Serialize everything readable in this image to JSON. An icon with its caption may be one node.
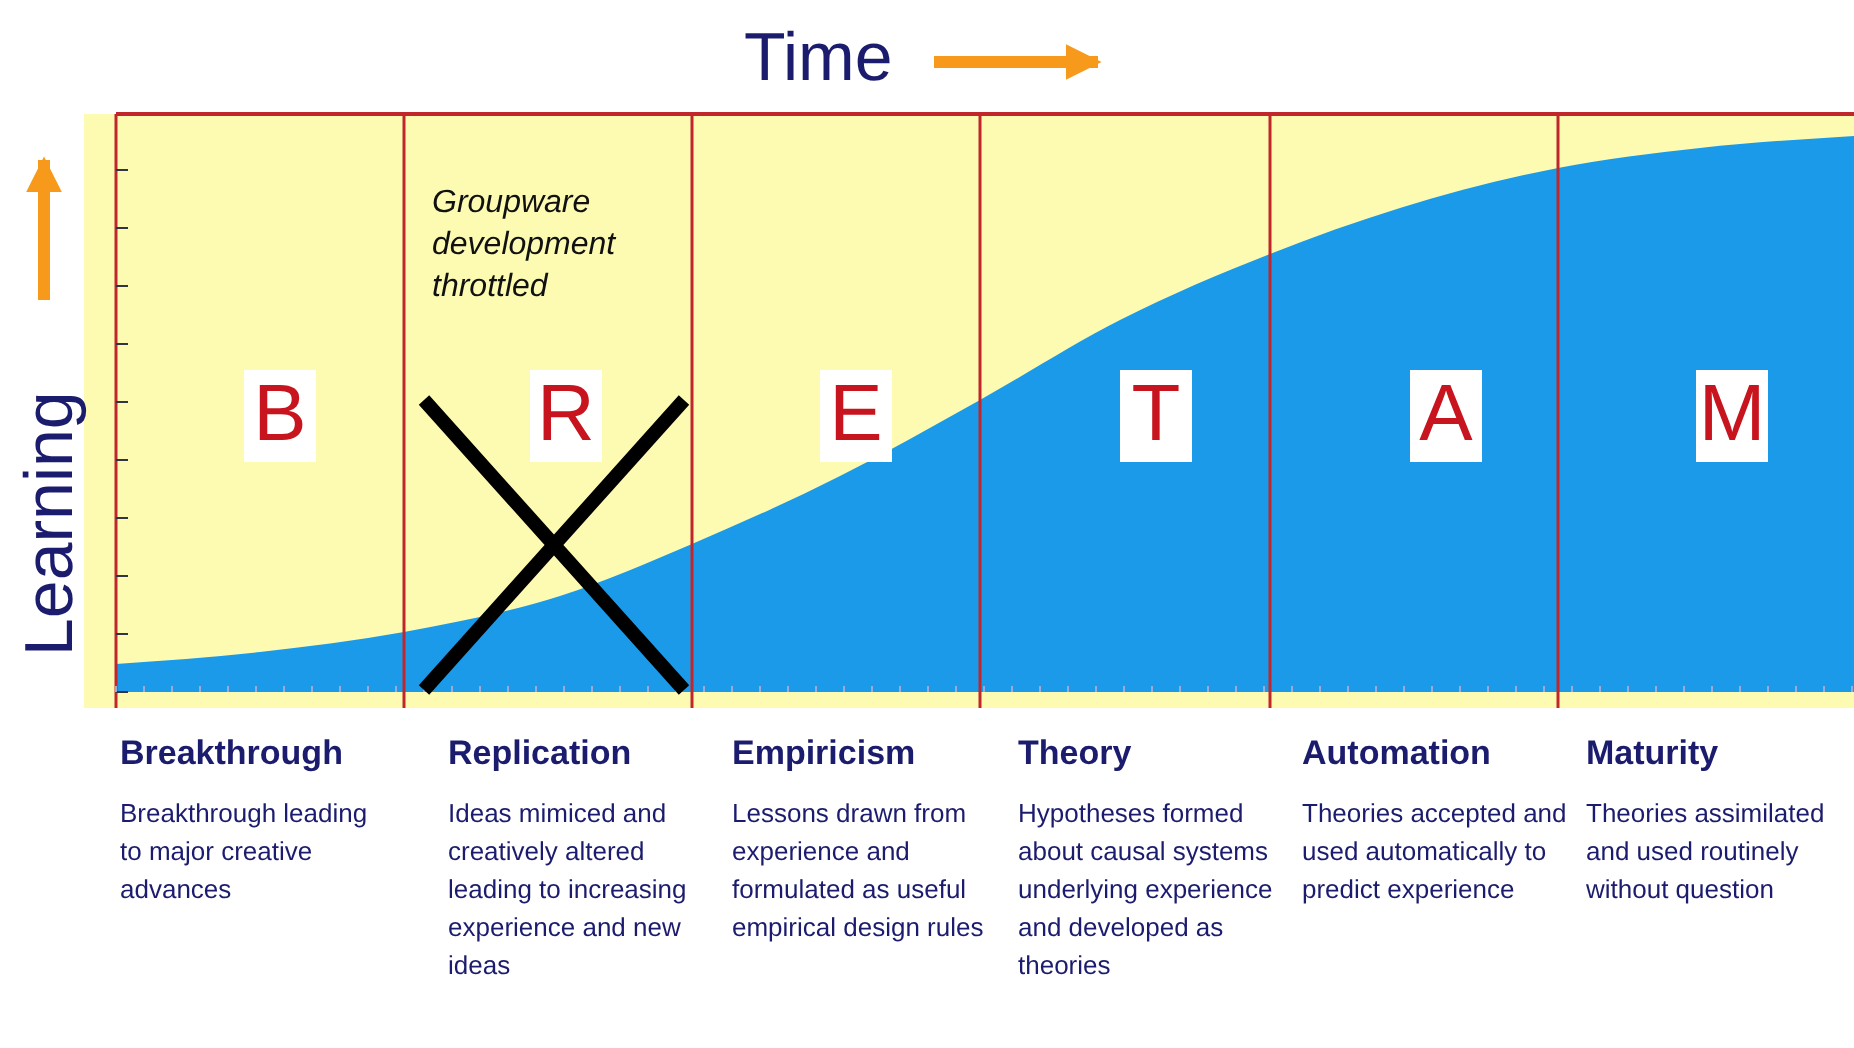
{
  "diagram": {
    "nodes": [
      {
        "text": [
          "B"
        ]
      },
      {
        "text": [
          "R"
        ]
      },
      {
        "text": [
          "E"
        ]
      },
      {
        "text": [
          "T"
        ]
      },
      {
        "text": [
          "A"
        ]
      },
      {
        "text": [
          "M"
        ]
      }
    ],
    "labels": [
      "Time",
      "Learning",
      "Groupware development throttled",
      "Breakthrough",
      "Breakthrough leading to major creative advances",
      "Replication",
      "Ideas mimiced and creatively altered leading to increasing experience and new ideas",
      "Empiricism",
      "Lessons drawn from experience and formulated as useful empirical design rules",
      "Theory",
      "Hypotheses formed about causal systems underlying experience and developed as theories",
      "Automation",
      "Theories accepted and used automatically to predict experience",
      "Maturity",
      "Theories assimilated and used routinely without question"
    ]
  }
}
